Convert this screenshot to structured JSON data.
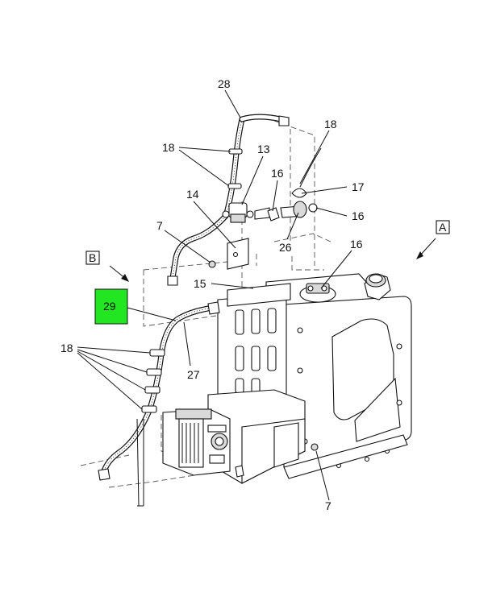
{
  "callouts": {
    "c28": "28",
    "c18_top": "18",
    "c18_upper_left": "18",
    "c13": "13",
    "c16_a": "16",
    "c17": "17",
    "c16_b": "16",
    "c14": "14",
    "c7_top": "7",
    "c26": "26",
    "c16_c": "16",
    "c15": "15",
    "c29": "29",
    "c27": "27",
    "c18_left": "18",
    "c7_bottom": "7"
  },
  "view_labels": {
    "a": "A",
    "b": "B"
  },
  "highlight": {
    "color": "#22e622"
  }
}
